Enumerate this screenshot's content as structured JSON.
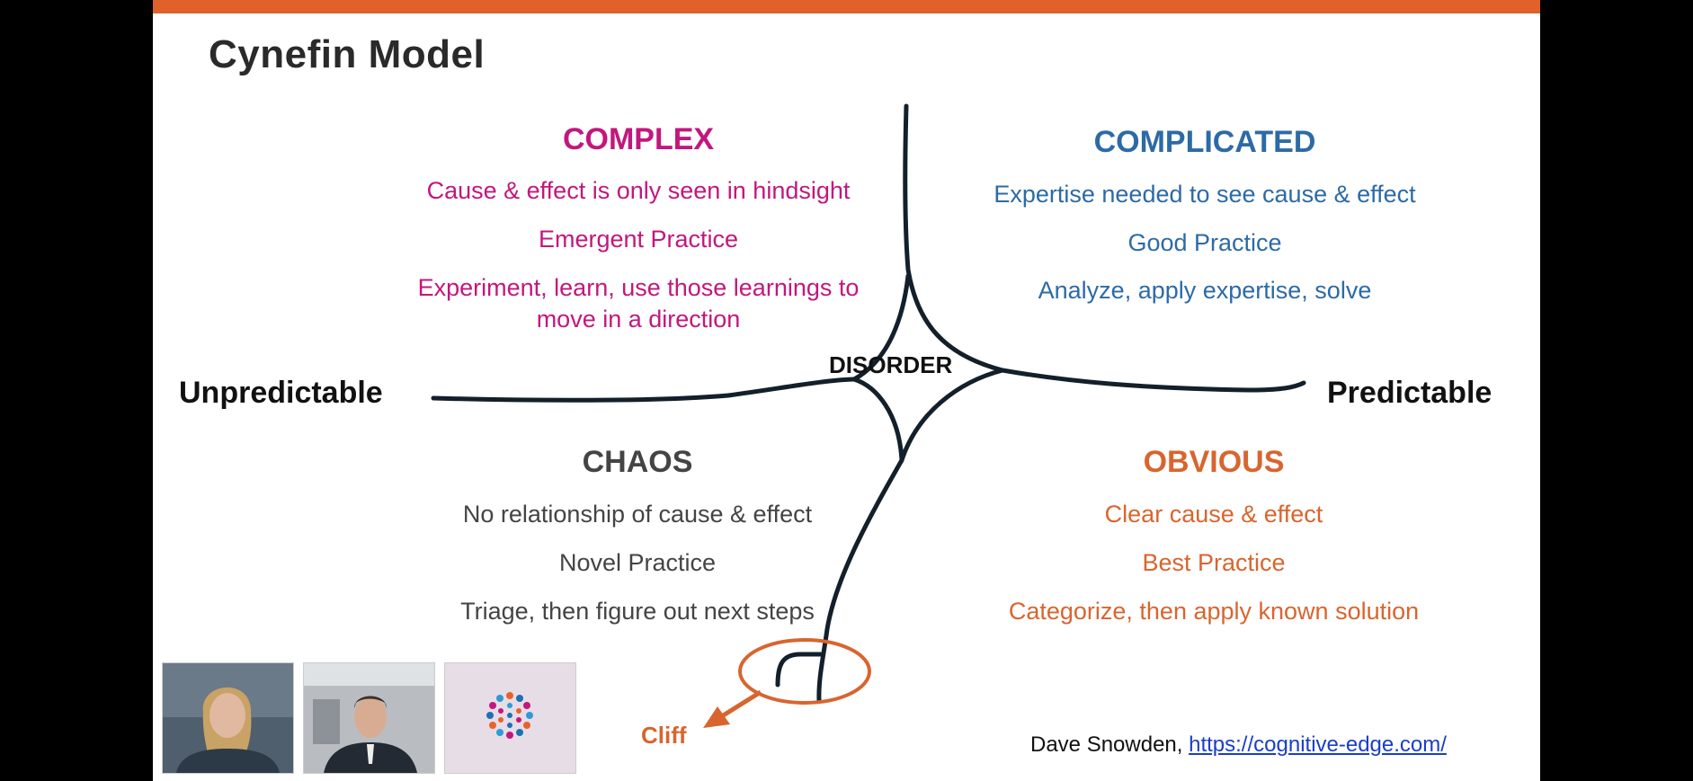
{
  "colors": {
    "accent_bar": "#e0612a",
    "complex": "#c2177e",
    "complicated": "#2d6aa6",
    "chaos": "#444444",
    "obvious": "#d8652f",
    "ink": "#13202b"
  },
  "slide": {
    "title": "Cynefin Model"
  },
  "complex": {
    "heading": "COMPLEX",
    "lines": [
      "Cause & effect is only seen in hindsight",
      "Emergent Practice",
      "Experiment, learn, use those learnings to",
      "move in a direction"
    ]
  },
  "complicated": {
    "heading": "COMPLICATED",
    "lines": [
      "Expertise needed to see cause & effect",
      "Good Practice",
      "Analyze, apply expertise, solve"
    ]
  },
  "chaos": {
    "heading": "CHAOS",
    "lines": [
      "No relationship of cause & effect",
      "Novel Practice",
      "Triage, then figure out next steps"
    ]
  },
  "obvious": {
    "heading": "OBVIOUS",
    "lines": [
      "Clear cause & effect",
      "Best Practice",
      "Categorize, then apply known solution"
    ]
  },
  "axis": {
    "left": "Unpredictable",
    "right": "Predictable"
  },
  "center": {
    "label": "DISORDER"
  },
  "cliff": {
    "label": "Cliff"
  },
  "credit": {
    "author": "Dave Snowden, ",
    "link": "https://cognitive-edge.com/"
  },
  "participants": [
    {
      "icon": "woman-avatar-icon"
    },
    {
      "icon": "man-avatar-icon"
    },
    {
      "icon": "dots-logo-icon"
    }
  ]
}
